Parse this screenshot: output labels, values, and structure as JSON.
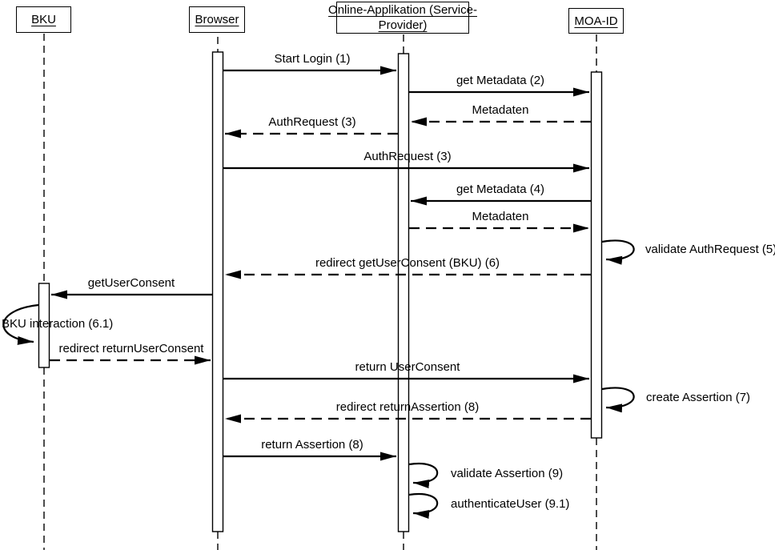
{
  "diagram": {
    "type": "uml-sequence-diagram",
    "colors": {
      "line": "#000000",
      "background": "#ffffff",
      "text": "#000000"
    },
    "actors": [
      {
        "id": "BKU",
        "label": "BKU"
      },
      {
        "id": "Browser",
        "label": "Browser"
      },
      {
        "id": "OA",
        "label": "Online-Applikation (Service-Provider)",
        "lines": [
          "Online-Applikation (Service-",
          "Provider)"
        ]
      },
      {
        "id": "MOA-ID",
        "label": "MOA-ID"
      }
    ],
    "messages": [
      {
        "label": "Start Login (1)",
        "from": "Browser",
        "to": "OA",
        "line": "solid"
      },
      {
        "label": "get Metadata (2)",
        "from": "OA",
        "to": "MOA-ID",
        "line": "solid"
      },
      {
        "label": "Metadaten",
        "from": "MOA-ID",
        "to": "OA",
        "line": "dashed"
      },
      {
        "label": "AuthRequest (3)",
        "from": "OA",
        "to": "Browser",
        "line": "dashed"
      },
      {
        "label": "AuthRequest (3)",
        "from": "Browser",
        "to": "MOA-ID",
        "line": "solid"
      },
      {
        "label": "get Metadata (4)",
        "from": "MOA-ID",
        "to": "OA",
        "line": "solid"
      },
      {
        "label": "Metadaten",
        "from": "OA",
        "to": "MOA-ID",
        "line": "dashed"
      },
      {
        "label": "validate AuthRequest (5)",
        "from": "MOA-ID",
        "to": "MOA-ID",
        "line": "self"
      },
      {
        "label": "redirect getUserConsent (BKU) (6)",
        "from": "MOA-ID",
        "to": "Browser",
        "line": "dashed"
      },
      {
        "label": "getUserConsent",
        "from": "Browser",
        "to": "BKU",
        "line": "solid"
      },
      {
        "label": "BKU interaction (6.1)",
        "from": "BKU",
        "to": "BKU",
        "line": "self"
      },
      {
        "label": "redirect returnUserConsent",
        "from": "BKU",
        "to": "Browser",
        "line": "dashed"
      },
      {
        "label": "return UserConsent",
        "from": "Browser",
        "to": "MOA-ID",
        "line": "solid"
      },
      {
        "label": "create Assertion (7)",
        "from": "MOA-ID",
        "to": "MOA-ID",
        "line": "self"
      },
      {
        "label": "redirect returnAssertion (8)",
        "from": "MOA-ID",
        "to": "Browser",
        "line": "dashed"
      },
      {
        "label": "return Assertion (8)",
        "from": "Browser",
        "to": "OA",
        "line": "solid"
      },
      {
        "label": "validate Assertion (9)",
        "from": "OA",
        "to": "OA",
        "line": "self"
      },
      {
        "label": "authenticateUser (9.1)",
        "from": "OA",
        "to": "OA",
        "line": "self"
      }
    ]
  }
}
